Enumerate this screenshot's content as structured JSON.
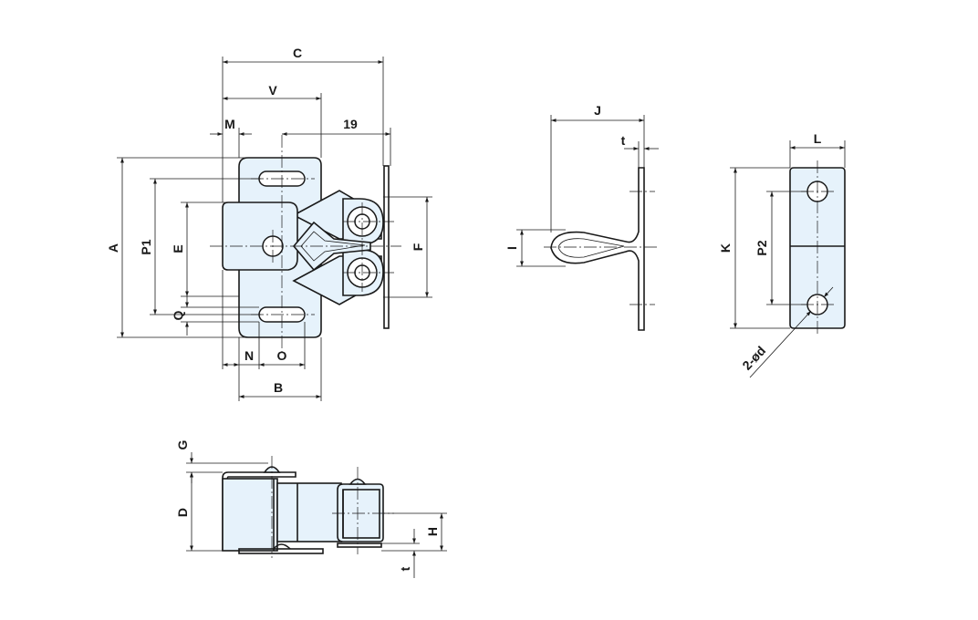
{
  "labels": {
    "A": "A",
    "B": "B",
    "C": "C",
    "D": "D",
    "E": "E",
    "F": "F",
    "G": "G",
    "H": "H",
    "I": "I",
    "J": "J",
    "K": "K",
    "L": "L",
    "M": "M",
    "N": "N",
    "O": "O",
    "P1": "P1",
    "P2": "P2",
    "Q": "Q",
    "V": "V",
    "t_strike": "t",
    "t_side": "t",
    "dim_19": "19",
    "hole_spec": "2-ød"
  },
  "colors": {
    "part_fill": "#e6f2fb",
    "line": "#1a1a1a",
    "background": "#ffffff"
  }
}
